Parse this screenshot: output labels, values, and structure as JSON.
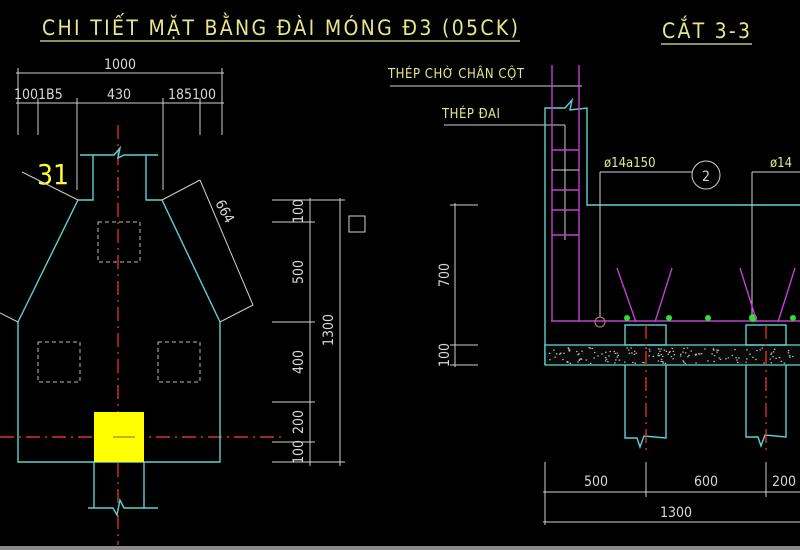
{
  "plan": {
    "title": "CHI TIẾT MẶT BẰNG ĐÀI MÓNG Đ3 (05CK)",
    "mark": "31",
    "dims_top": {
      "total": "1000",
      "left": "1001B5",
      "middle": "430",
      "right": "185100"
    },
    "diag_dim": "664",
    "dims_right": [
      "100",
      "500",
      "400",
      "200",
      "100"
    ],
    "dim_total_right": "1300"
  },
  "section": {
    "title": "CẮT 3-3",
    "label_starter_bars": "THÉP CHỜ CHÂN CỘT",
    "label_stirrups": "THÉP ĐAI",
    "rebar_1": "ø14a150",
    "rebar_1_mark": "2",
    "rebar_2": "ø14",
    "dims_left": [
      "700",
      "100"
    ],
    "dims_bottom": [
      "500",
      "600",
      "200"
    ],
    "dim_total_bottom": "1300"
  },
  "colors": {
    "outline": "#5fd0d0",
    "rebar": "#c040d0",
    "axis": "#d83030",
    "column": "#ffff00",
    "text": "#e8e68a"
  }
}
